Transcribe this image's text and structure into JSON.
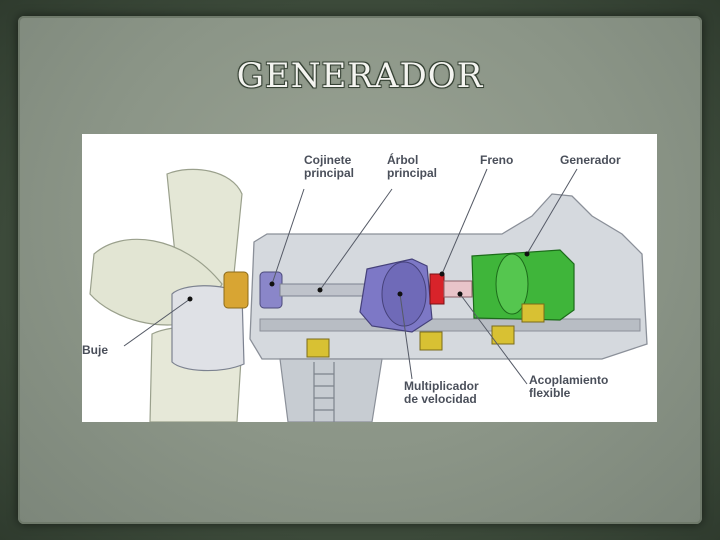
{
  "slide": {
    "title": "GENERADOR"
  },
  "diagram": {
    "labels": {
      "cojinete_1": "Cojinete",
      "cojinete_2": "principal",
      "arbol_1": "Árbol",
      "arbol_2": "principal",
      "freno": "Freno",
      "generador": "Generador",
      "buje": "Buje",
      "multiplicador_1": "Multiplicador",
      "multiplicador_2": "de velocidad",
      "acoplamiento_1": "Acoplamiento",
      "acoplamiento_2": "flexible"
    },
    "colors": {
      "gearbox": "#7d78c6",
      "generator": "#3fb53a",
      "brake": "#d8232a",
      "hub": "#d8a533",
      "nacelle": "#c9ced4",
      "blade": "#e6e8d8"
    }
  }
}
